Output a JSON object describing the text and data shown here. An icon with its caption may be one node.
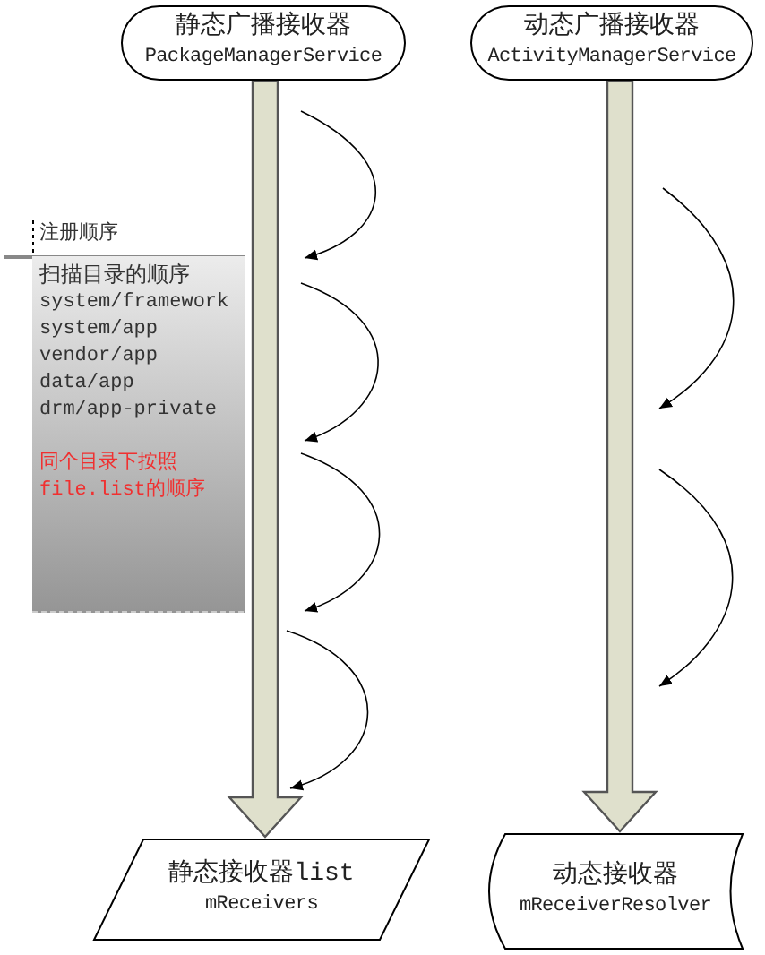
{
  "diagram": {
    "nodes": [
      {
        "text": [
          "静态广播接收器",
          "PackageManagerService"
        ]
      },
      {
        "text": [
          "动态广播接收器",
          "ActivityManagerService"
        ]
      },
      {
        "text": [
          "静态接收器list",
          "mReceivers"
        ]
      },
      {
        "text": [
          "动态接收器",
          "mReceiverResolver"
        ]
      },
      {
        "text": [
          "注册顺序",
          "扫描目录的顺序",
          "system/framework",
          "system/app",
          "vendor/app",
          "data/app",
          "drm/app-private",
          "同个目录下按照 file.list的顺序"
        ]
      }
    ],
    "edges": [
      {
        "from": 0,
        "to": 2,
        "arrow": "to",
        "style": "thick"
      },
      {
        "from": 1,
        "to": 3,
        "arrow": "to",
        "style": "thick"
      }
    ]
  }
}
